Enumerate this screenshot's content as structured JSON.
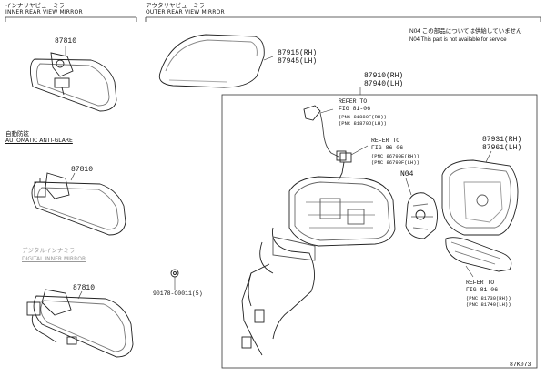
{
  "headers": {
    "inner": {
      "jp": "インナリヤビューミラー",
      "en": "INNER REAR VIEW MIRROR"
    },
    "outer": {
      "jp": "アウタリヤビューミラー",
      "en": "OUTER REAR VIEW MIRROR"
    }
  },
  "note": {
    "line1": "N04 この部品については供給していません",
    "line2": "N04 This part is not available for service"
  },
  "sections": {
    "auto_antiglare": {
      "jp": "自動防眩",
      "en": "AUTOMATIC ANTI-GLARE"
    },
    "digital_inner": {
      "jp": "デジタルインナミラー",
      "en": "DIGITAL INNER MIRROR"
    }
  },
  "part_numbers": {
    "inner_std": "87810",
    "inner_auto": "87810",
    "inner_digital": "87810",
    "cover_rh": "87915(RH)",
    "cover_lh": "87945(LH)",
    "assy_rh": "87910(RH)",
    "assy_lh": "87940(LH)",
    "glass_rh": "87931(RH)",
    "glass_lh": "87961(LH)",
    "n04": "N04",
    "screw": "90178-C0011(5)",
    "diagram_id": "87K073"
  },
  "refs": {
    "ref1": {
      "title": "REFER TO",
      "fig": "FIG 81-06",
      "l1": "(PNC 81880F(RH))",
      "l2": "(PNC 81870D(LH))"
    },
    "ref2": {
      "title": "REFER TO",
      "fig": "FIG 86-06",
      "l1": "(PNC 86790E(RH))",
      "l2": "(PNC 86790F(LH))"
    },
    "ref3": {
      "title": "REFER TO",
      "fig": "FIG 81-06",
      "l1": "(PNC 81730(RH))",
      "l2": "(PNC 81740(LH))"
    }
  }
}
